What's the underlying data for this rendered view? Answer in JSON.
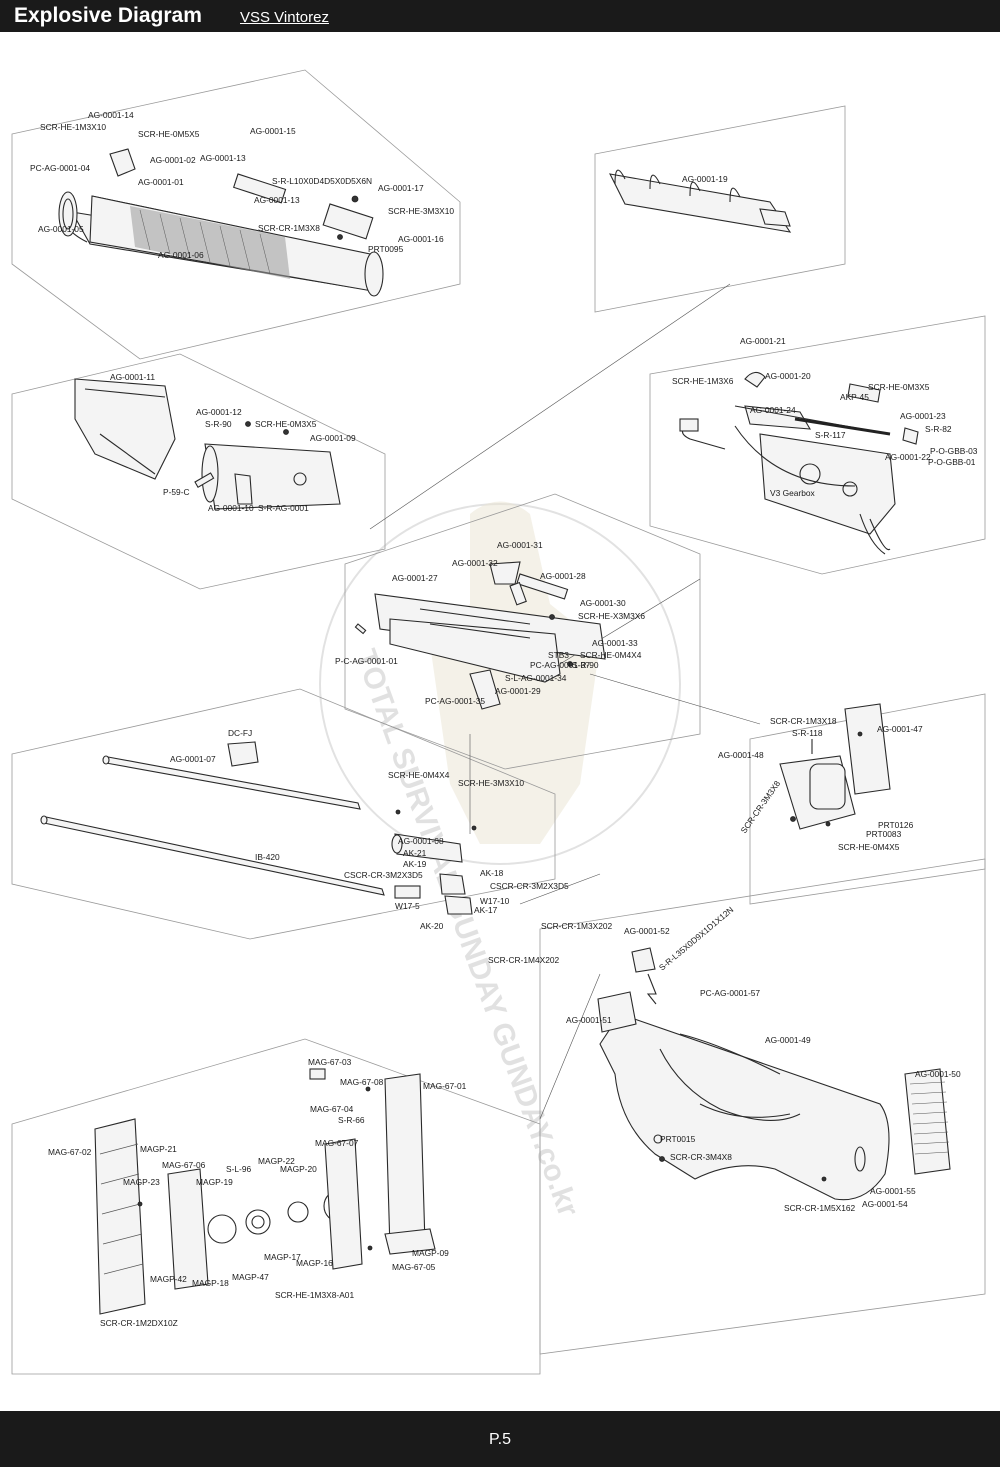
{
  "header": {
    "title": "Explosive Diagram",
    "model": "VSS Vintorez"
  },
  "footer": {
    "page": "P.5"
  },
  "watermark": {
    "text": "TOTAL SURVIVAL GUNDAY GUNDAY.co.kr"
  },
  "labels": [
    "AG-0001-14",
    "SCR-HE-1M3X10",
    "SCR-HE-0M5X5",
    "AG-0001-02",
    "PC-AG-0001-04",
    "AG-0001-01",
    "AG-0001-15",
    "AG-0001-13",
    "S-R-L10X0D4D5X0D5X6N",
    "AG-0001-17",
    "AG-0001-13",
    "SCR-HE-3M3X10",
    "SCR-CR-1M3X8",
    "AG-0001-16",
    "PRT0095",
    "AG-0001-05",
    "AG-0001-06",
    "AG-0001-19",
    "AG-0001-11",
    "AG-0001-12",
    "SCR-HE-0M3X5",
    "S-R-90",
    "AG-0001-09",
    "P-59-C",
    "AG-0001-10",
    "S-R-AG-0001",
    "AG-0001-21",
    "AG-0001-20",
    "SCR-HE-1M3X6",
    "AKP-45",
    "SCR-HE-0M3X5",
    "AG-0001-24",
    "AG-0001-23",
    "S-R-82",
    "S-R-117",
    "P-O-GBB-03",
    "AG-0001-22",
    "P-O-GBB-01",
    "V3 Gearbox",
    "AG-0001-31",
    "AG-0001-32",
    "AG-0001-28",
    "AG-0001-27",
    "AG-0001-30",
    "SCR-HE-X3M3X6",
    "P-C-AG-0001-01",
    "AG-0001-33",
    "SCR-HE-0M4X4",
    "STB3",
    "S-R-90",
    "PC-AG-0001-37",
    "S-L-AG-0001-34",
    "PC-AG-0001-35",
    "AG-0001-29",
    "DC-FJ",
    "AG-0001-07",
    "SCR-HE-0M4X4",
    "SCR-HE-3M3X10",
    "AG-0001-08",
    "IB-420",
    "AK-21",
    "AK-19",
    "CSCR-CR-3M2X3D5",
    "AK-18",
    "CSCR-CR-3M2X3D5",
    "W17-10",
    "W17-5",
    "AK-17",
    "AK-20",
    "SCR-CR-1M3X18",
    "S-R-118",
    "AG-0001-47",
    "AG-0001-48",
    "SCR-CR-3M3X8",
    "PRT0126",
    "PRT0083",
    "SCR-HE-0M4X5",
    "SCR-CR-1M3X202",
    "AG-0001-52",
    "S-R-L35X0D9X1D1X12N",
    "SCR-CR-1M4X202",
    "PC-AG-0001-57",
    "AG-0001-51",
    "AG-0001-49",
    "AG-0001-50",
    "PRT0015",
    "SCR-CR-3M4X8",
    "AG-0001-55",
    "AG-0001-54",
    "SCR-CR-1M5X162",
    "MAG-67-03",
    "MAG-67-08",
    "MAG-67-01",
    "MAG-67-04",
    "S-R-66",
    "MAG-67-07",
    "MAG-67-02",
    "MAGP-21",
    "MAG-67-06",
    "MAGP-23",
    "MAGP-19",
    "S-L-96",
    "MAGP-22",
    "MAGP-20",
    "MAGP-42",
    "MAGP-18",
    "MAGP-47",
    "MAGP-17",
    "MAGP-16",
    "MAGP-09",
    "MAG-67-05",
    "SCR-HE-1M3X8-A01",
    "SCR-CR-1M2DX10Z"
  ]
}
